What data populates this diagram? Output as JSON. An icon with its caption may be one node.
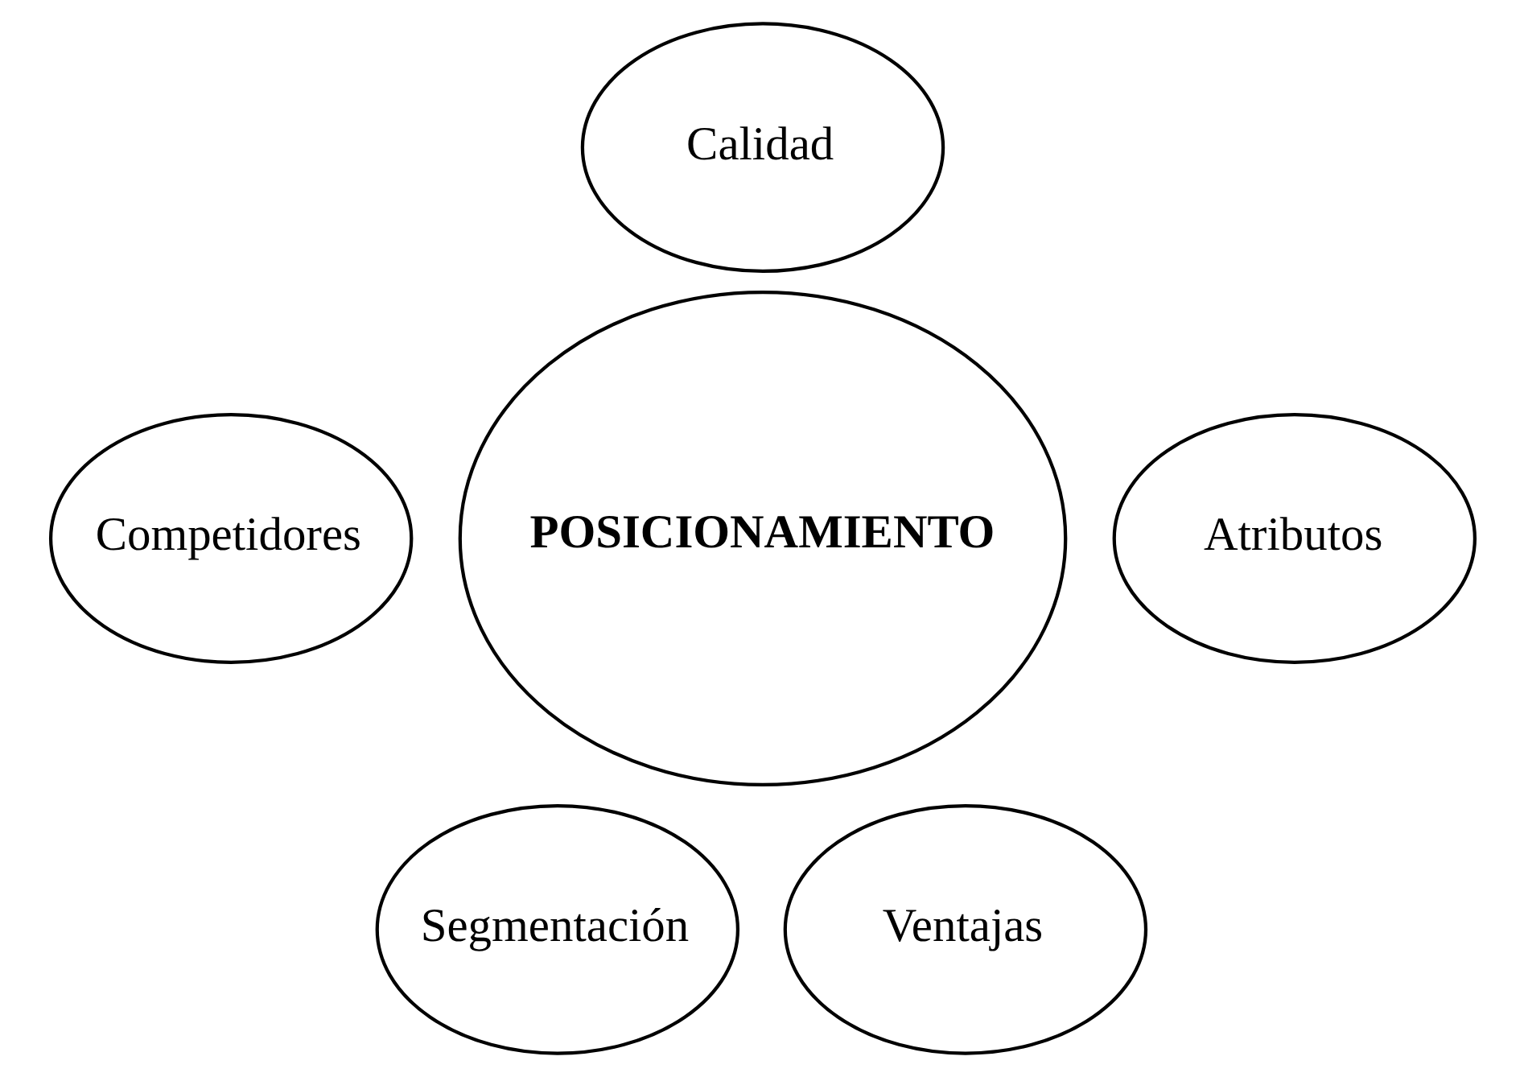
{
  "diagram": {
    "nodes": [
      {
        "text": [
          "Calidad"
        ]
      },
      {
        "text": [
          "Competidores"
        ]
      },
      {
        "text": [
          "POSICIONAMIENTO"
        ]
      },
      {
        "text": [
          "Atributos"
        ]
      },
      {
        "text": [
          "Segmentación"
        ]
      },
      {
        "text": [
          "Ventajas"
        ]
      }
    ],
    "edges": []
  }
}
